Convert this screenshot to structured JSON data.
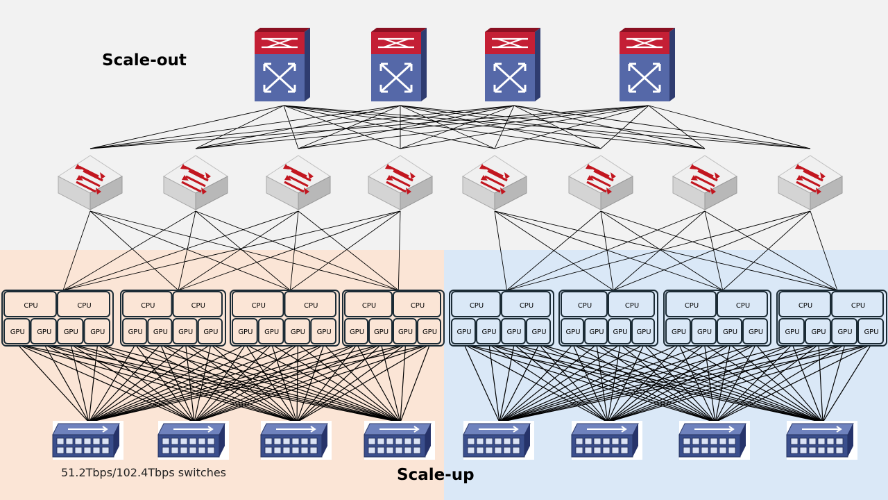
{
  "labels": {
    "scale_out": "Scale-out",
    "scale_up": "Scale-up",
    "switch_caption": "51.2Tbps/102.4Tbps switches"
  },
  "node": {
    "cpu_label": "CPU",
    "gpu_label": "GPU",
    "cpus_per_node": 2,
    "gpus_per_node": 4
  },
  "counts": {
    "core_switches": 4,
    "aggregation_switches": 8,
    "compute_nodes": 8,
    "scale_up_switches": 8
  },
  "icons": {
    "core_switch": "router-switch-icon",
    "aggregation_switch": "layer3-switch-icon",
    "scale_up_switch": "ethernet-switch-icon"
  },
  "colors": {
    "background": "#f2f2f2",
    "left_pod": "#fbe5d6",
    "right_pod": "#dae8f7",
    "core_top": "#c41f35",
    "core_body": "#5568a8",
    "node_border": "#1b2b35",
    "link": "#000000",
    "switch_blue": "#3a4e8c"
  }
}
